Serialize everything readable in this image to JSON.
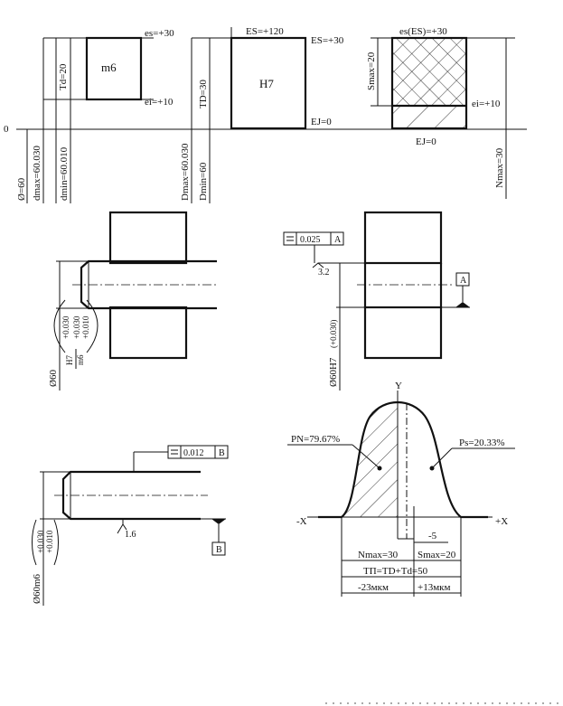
{
  "top": {
    "zero": "0",
    "m6": "m6",
    "h7": "H7",
    "es_m6": "es=+30",
    "ei_m6": "ei=+10",
    "td": "Td=20",
    "es_h7_120": "ES=+120",
    "es_h7": "ES=+30",
    "ej_h7": "EJ=0",
    "tD": "TD=30",
    "es_fit": "es(ES)=+30",
    "ei_fit": "ei=+10",
    "ej_fit": "EJ=0",
    "smax": "Smax=20",
    "nmax": "Nmax=30",
    "d60": "Ø=60",
    "dmax": "dmax=60.030",
    "dmin": "dmin=60.010",
    "Dmax": "Dmax=60.030",
    "Dmin": "Dmin=60"
  },
  "mid": {
    "fit_dia": "Ø60",
    "fit_h7": "H7",
    "fit_m6": "m6",
    "fit_up_h": "+0.030",
    "fit_up_s1": "+0.030",
    "fit_up_s2": "+0.010",
    "tol_flat": "0.025",
    "datum_a": "A",
    "rough": "3.2",
    "hole_dim": "Ø60H7",
    "hole_dev": "(+0.030)"
  },
  "bot": {
    "tol_flat": "0.012",
    "datum_b": "B",
    "rough": "1.6",
    "shaft_dim": "Ø60m6",
    "shaft_up": "+0.030",
    "shaft_lo": "+0.010",
    "y": "Y",
    "pn": "PN=79.67%",
    "ps": "Ps=20.33%",
    "minus_x": "-X",
    "plus_x": "+X",
    "minus5": "-5",
    "nmax30": "Nmax=30",
    "smax20": "Smax=20",
    "tp": "TП=TD+Td=50",
    "m23": "-23мкм",
    "p13": "+13мкм"
  },
  "icons": [
    "flatness-symbol",
    "datum-triangle",
    "roughness-mark"
  ]
}
